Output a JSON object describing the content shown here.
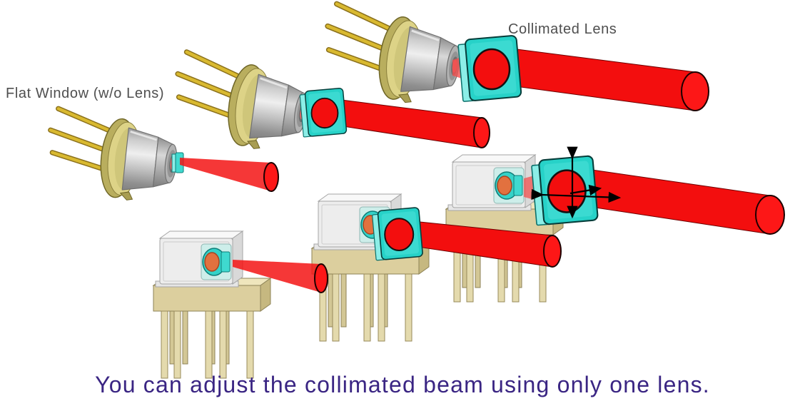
{
  "diagram": {
    "labels": {
      "flat_window": "Flat Window (w/o Lens)",
      "collimated_lens": "Collimated Lens"
    },
    "caption": "You can adjust the collimated beam using only one lens.",
    "colors": {
      "beam_red": "#f30e0e",
      "beam_end_cap": "#fd1717",
      "lens_cyan": "#27d2c8",
      "lens_cyan_light": "#8ceee7",
      "pin_gold": "#d9b930",
      "flange_khaki": "#ddd387",
      "package_gray": "#ededed",
      "package_tan": "#dccf9e",
      "emitter_orange": "#e2713f",
      "caption_purple": "#3a2583",
      "label_gray": "#4f4f4f",
      "arrow_black": "#000000"
    },
    "components": [
      {
        "id": "tocan-flat-window",
        "kind": "TO-can laser diode",
        "optic": "flat window (no lens)",
        "beam": "divergent"
      },
      {
        "id": "tocan-attached-lens",
        "kind": "TO-can laser diode",
        "optic": "collimating lens attached",
        "beam": "collimated"
      },
      {
        "id": "tocan-separated-lens",
        "kind": "TO-can laser diode",
        "optic": "collimating lens separated",
        "beam": "collimated"
      },
      {
        "id": "boxmod-flat",
        "kind": "box laser module",
        "optic": "no lens",
        "beam": "divergent"
      },
      {
        "id": "boxmod-attached-lens",
        "kind": "box laser module",
        "optic": "collimating lens attached",
        "beam": "collimated"
      },
      {
        "id": "boxmod-separated-lens",
        "kind": "box laser module",
        "optic": "collimating lens separated, adjustable",
        "beam": "collimated"
      }
    ]
  }
}
